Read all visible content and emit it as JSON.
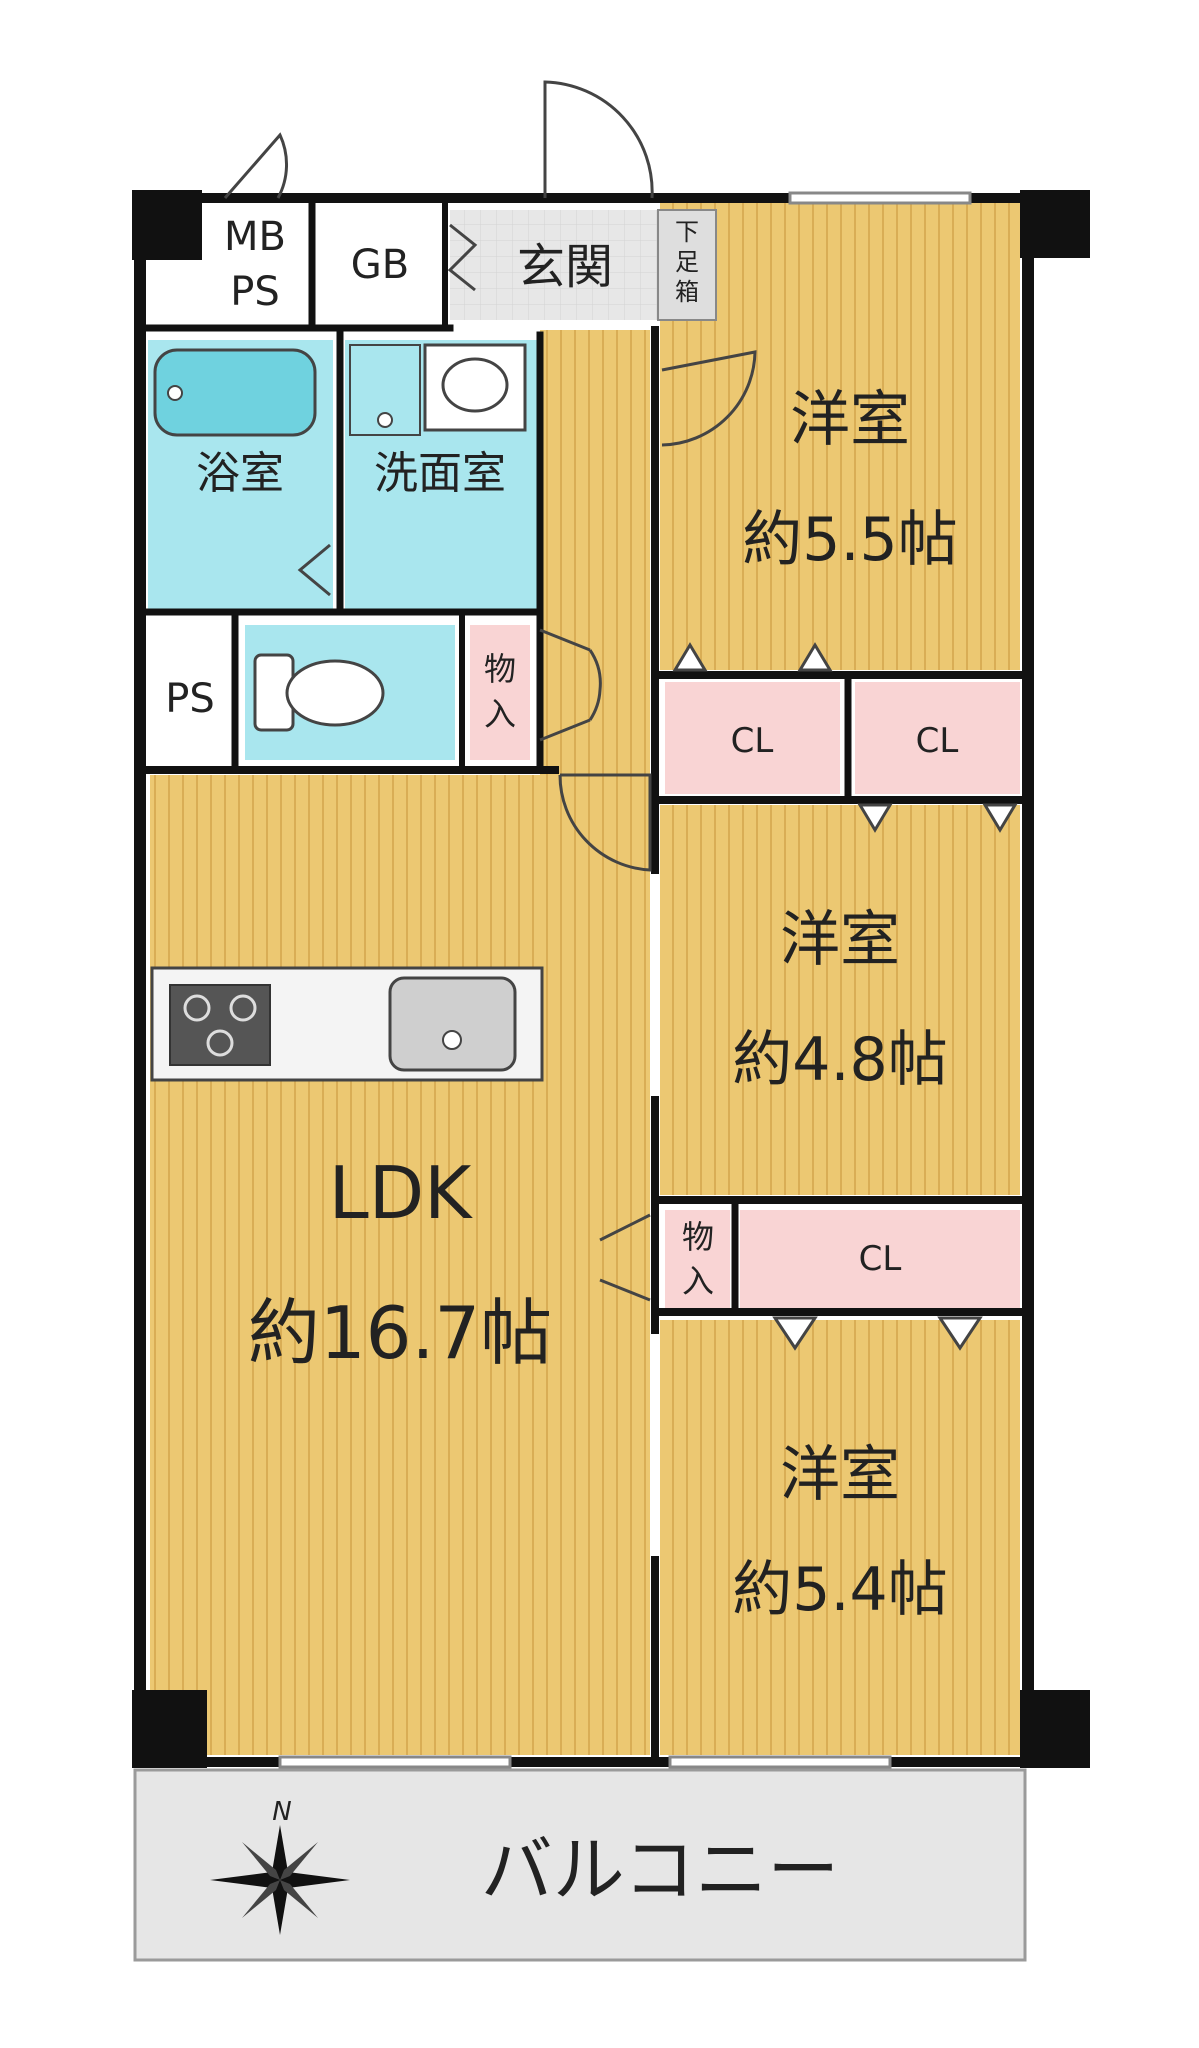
{
  "rooms": {
    "mbps_line1": "MB",
    "mbps_line2": "PS",
    "gb": "GB",
    "genkan": "玄関",
    "shoebox_line1": "下",
    "shoebox_line2": "足",
    "shoebox_line3": "箱",
    "bath": "浴室",
    "washroom": "洗面室",
    "ps": "PS",
    "storage_top_line1": "物",
    "storage_top_line2": "入",
    "bedroom1_name": "洋室",
    "bedroom1_size": "約5.5帖",
    "closet_a": "CL",
    "closet_b": "CL",
    "bedroom2_name": "洋室",
    "bedroom2_size": "約4.8帖",
    "storage_mid_line1": "物",
    "storage_mid_line2": "入",
    "closet_c": "CL",
    "ldk_name": "LDK",
    "ldk_size": "約16.7帖",
    "bedroom3_name": "洋室",
    "bedroom3_size": "約5.4帖",
    "balcony": "バルコニー",
    "compass_n": "N"
  },
  "colors": {
    "floor_wood": "#ecc872",
    "floor_stripe": "#d9ad55",
    "wet_area": "#a9e6ee",
    "closet": "#f9d4d4",
    "hall_tile": "#e7e7e7",
    "balcony": "#e6e6e6",
    "wall": "#111111"
  }
}
